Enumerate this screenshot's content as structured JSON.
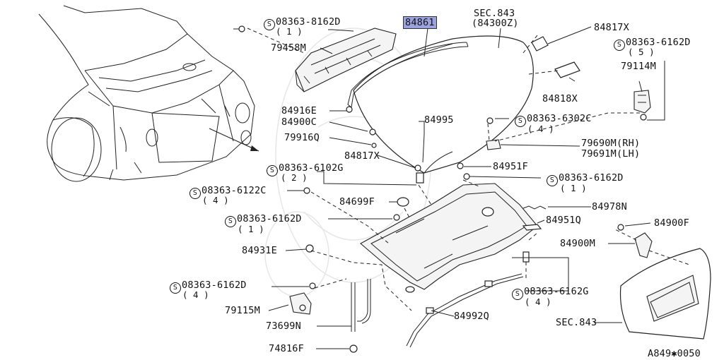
{
  "diagram_id": "A849✱0050",
  "labels": {
    "p84861": "84861",
    "sec843_top": "SEC.843",
    "sec843_top_sub": "(84300Z)",
    "p84817x_top": "84817X",
    "p84818x": "84818X",
    "s8162d_1": "08363-8162D",
    "s8162d_1_qty": "( 1 )",
    "p79458m": "79458M",
    "s6162d_5": "08363-6162D",
    "s6162d_5_qty": "( 5 )",
    "p79114m": "79114M",
    "p84916e": "84916E",
    "p84900c": "84900C",
    "p79916q": "79916Q",
    "p84995": "84995",
    "s6302c": "08363-6302C",
    "s6302c_qty": "( 4 )",
    "p79690m": "79690M(RH)",
    "p79691m": "79691M(LH)",
    "p84817x_mid": "84817X",
    "s6102g": "08363-6102G",
    "s6102g_qty": "( 2 )",
    "p84951f": "84951F",
    "s6162d_r1": "08363-6162D",
    "s6162d_r1_qty": "( 1 )",
    "s6122c": "08363-6122C",
    "s6122c_qty": "( 4 )",
    "p84699f": "84699F",
    "p84978n": "84978N",
    "s6162d_l1": "08363-6162D",
    "s6162d_l1_qty": "( 1 )",
    "p84951q": "84951Q",
    "p84900f": "84900F",
    "p84900m": "84900M",
    "p84931e": "84931E",
    "s6162g": "08363-6162G",
    "s6162g_qty": "( 4 )",
    "s6162d_4": "08363-6162D",
    "s6162d_4_qty": "( 4 )",
    "p79115m": "79115M",
    "p84992q": "84992Q",
    "p73699n": "73699N",
    "sec843_bot": "SEC.843",
    "p74816f": "74816F",
    "s_symbol": "S"
  },
  "colors": {
    "line": "#222222",
    "highlight": "#9aa3e0",
    "watermark": "#e6e6e6"
  }
}
